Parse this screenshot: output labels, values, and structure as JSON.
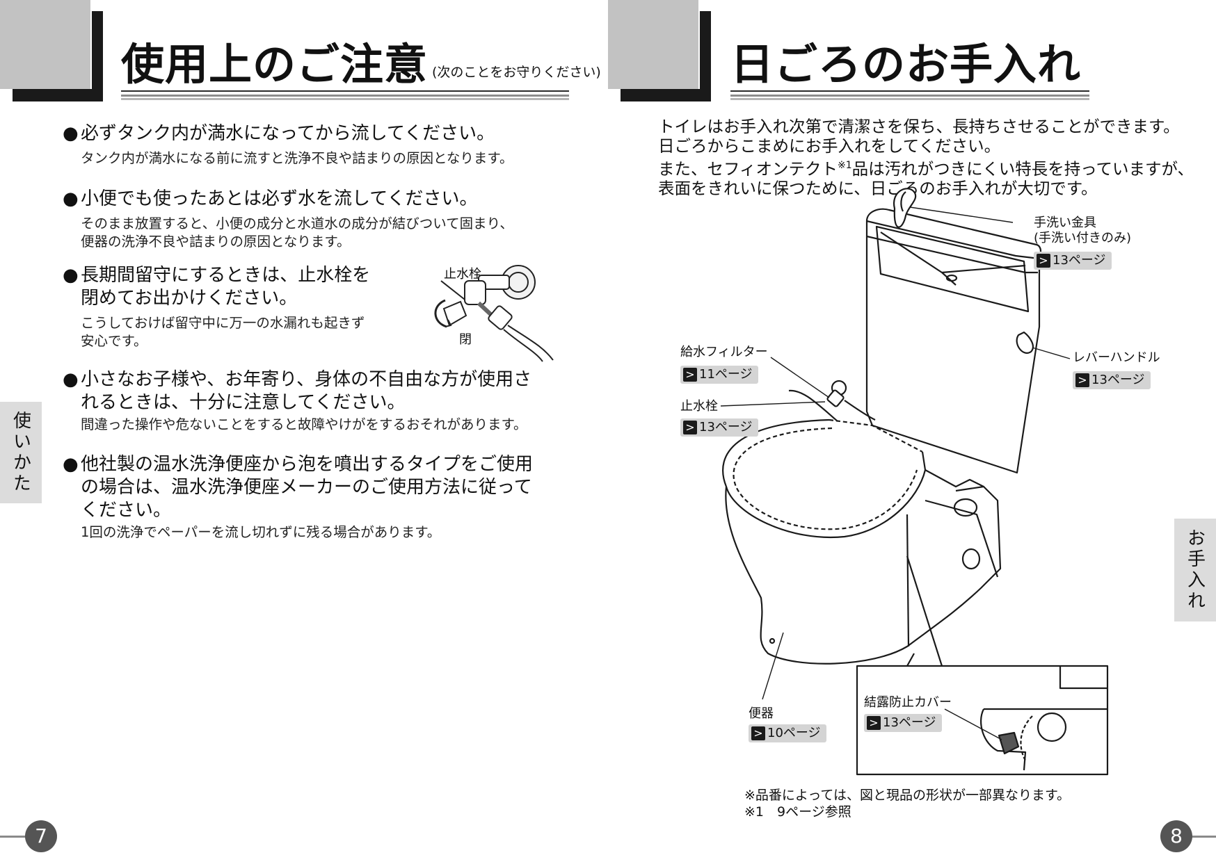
{
  "left": {
    "title": "使用上のご注意",
    "title_sub": "(次のことをお守りください)",
    "notes": [
      {
        "heading": [
          "必ずタンク内が満水になってから流してください。"
        ],
        "body": [
          "タンク内が満水になる前に流すと洗浄不良や詰まりの原因となります。"
        ]
      },
      {
        "heading": [
          "小便でも使ったあとは必ず水を流してください。"
        ],
        "body": [
          "そのまま放置すると、小便の成分と水道水の成分が結びついて固まり、",
          "便器の洗浄不良や詰まりの原因となります。"
        ]
      },
      {
        "heading": [
          "長期間留守にするときは、止水栓を",
          "閉めてお出かけください。"
        ],
        "body": [
          "こうしておけば留守中に万一の水漏れも起きず",
          "安心です。"
        ]
      },
      {
        "heading": [
          "小さなお子様や、お年寄り、身体の不自由な方が使用さ",
          "れるときは、十分に注意してください。"
        ],
        "body": [
          "間違った操作や危ないことをすると故障やけがをするおそれがあります。"
        ]
      },
      {
        "heading": [
          "他社製の温水洗浄便座から泡を噴出するタイプをご使用",
          "の場合は、温水洗浄便座メーカーのご使用方法に従って",
          "ください。"
        ],
        "body": [
          "1回の洗浄でペーパーを流し切れずに残る場合があります。"
        ]
      }
    ],
    "valve_label": "止水栓",
    "close_label": "閉",
    "side_tab": "使いかた",
    "page_number": "7"
  },
  "right": {
    "title": "日ごろのお手入れ",
    "intro": [
      "トイレはお手入れ次第で清潔さを保ち、長持ちさせることができます。",
      "日ごろからこまめにお手入れをしてください。",
      "また、セフィオンテクト",
      "※1",
      "品は汚れがつきにくい特長を持っていますが、",
      "表面をきれいに保つために、日ごろのお手入れが大切です。"
    ],
    "callouts": {
      "hand_wash": {
        "label": "手洗い金具",
        "sub": "(手洗い付きのみ)",
        "ref": "13ページ"
      },
      "lever": {
        "label": "レバーハンドル",
        "ref": "13ページ"
      },
      "filter": {
        "label": "給水フィルター",
        "ref": "11ページ"
      },
      "valve": {
        "label": "止水栓",
        "ref": "13ページ"
      },
      "bowl": {
        "label": "便器",
        "ref": "10ページ"
      },
      "condensation": {
        "label": "結露防止カバー",
        "ref": "13ページ"
      }
    },
    "ref_arrow": ">",
    "footnotes": [
      "※品番によっては、図と現品の形状が一部異なります。",
      "※1　9ページ参照"
    ],
    "side_tab": "お手入れ",
    "page_number": "8"
  }
}
